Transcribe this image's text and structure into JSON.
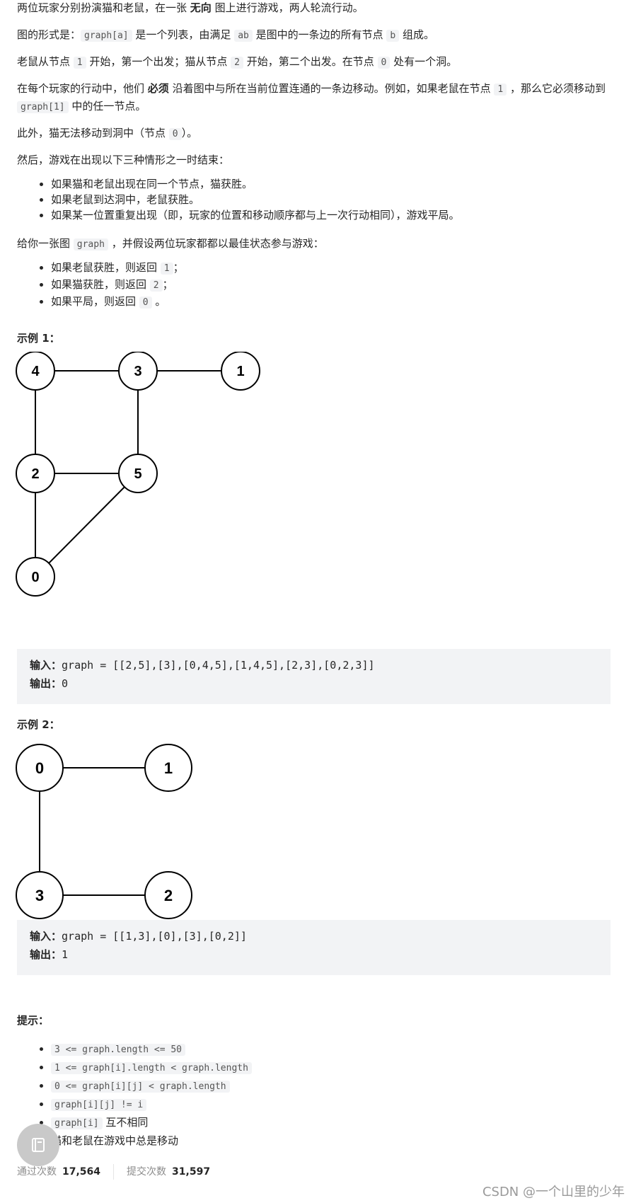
{
  "intro": {
    "p1_a": "两位玩家分别扮演猫和老鼠，在一张 ",
    "p1_bold": "无向",
    "p1_b": " 图上进行游戏，两人轮流行动。",
    "p2_a": "图的形式是：",
    "p2_code1": "graph[a]",
    "p2_b": " 是一个列表，由满足 ",
    "p2_code2": "ab",
    "p2_c": " 是图中的一条边的所有节点 ",
    "p2_code3": "b",
    "p2_d": " 组成。",
    "p3_a": "老鼠从节点 ",
    "p3_code1": "1",
    "p3_b": " 开始，第一个出发；猫从节点 ",
    "p3_code2": "2",
    "p3_c": " 开始，第二个出发。在节点 ",
    "p3_code3": "0",
    "p3_d": " 处有一个洞。",
    "p4_a": "在每个玩家的行动中，他们 ",
    "p4_bold": "必须",
    "p4_b": " 沿着图中与所在当前位置连通的一条边移动。例如，如果老鼠在节点 ",
    "p4_code1": "1",
    "p4_c": " ，那么它必须移动到",
    "p4_code2": "graph[1]",
    "p4_d": " 中的任一节点。",
    "p5_a": "此外，猫无法移动到洞中（节点 ",
    "p5_code": "0",
    "p5_b": "）。",
    "p6": "然后，游戏在出现以下三种情形之一时结束：",
    "rules": [
      "如果猫和老鼠出现在同一个节点，猫获胜。",
      "如果老鼠到达洞中，老鼠获胜。",
      "如果某一位置重复出现（即，玩家的位置和移动顺序都与上一次行动相同），游戏平局。"
    ],
    "p7_a": "给你一张图 ",
    "p7_code": "graph",
    "p7_b": " ，并假设两位玩家都都以最佳状态参与游戏：",
    "returns": [
      {
        "a": "如果老鼠获胜，则返回 ",
        "code": "1",
        "b": "；"
      },
      {
        "a": "如果猫获胜，则返回 ",
        "code": "2",
        "b": "；"
      },
      {
        "a": "如果平局，则返回 ",
        "code": "0",
        "b": " 。"
      }
    ]
  },
  "example1": {
    "title": "示例 1：",
    "nodes": [
      "4",
      "3",
      "1",
      "2",
      "5",
      "0"
    ],
    "input_label": "输入：",
    "input_value": "graph = [[2,5],[3],[0,4,5],[1,4,5],[2,3],[0,2,3]]",
    "output_label": "输出：",
    "output_value": "0"
  },
  "example2": {
    "title": "示例 2：",
    "nodes": [
      "0",
      "1",
      "3",
      "2"
    ],
    "input_label": "输入：",
    "input_value": "graph = [[1,3],[0],[3],[0,2]]",
    "output_label": "输出：",
    "output_value": "1"
  },
  "hints": {
    "title": "提示：",
    "items": [
      {
        "code": "3 <= graph.length <= 50",
        "text": ""
      },
      {
        "code": "1  <= graph[i].length < graph.length",
        "text": ""
      },
      {
        "code": "0 <= graph[i][j] < graph.length",
        "text": ""
      },
      {
        "code": "graph[i][j] != i",
        "text": ""
      },
      {
        "code": "graph[i]",
        "text": " 互不相同"
      },
      {
        "code": "",
        "text": "猫和老鼠在游戏中总是移动"
      }
    ]
  },
  "stats": {
    "accepted_label": "通过次数",
    "accepted_value": "17,564",
    "submitted_label": "提交次数",
    "submitted_value": "31,597"
  },
  "fab_icon": "book-icon",
  "watermark": "CSDN @一个山里的少年"
}
